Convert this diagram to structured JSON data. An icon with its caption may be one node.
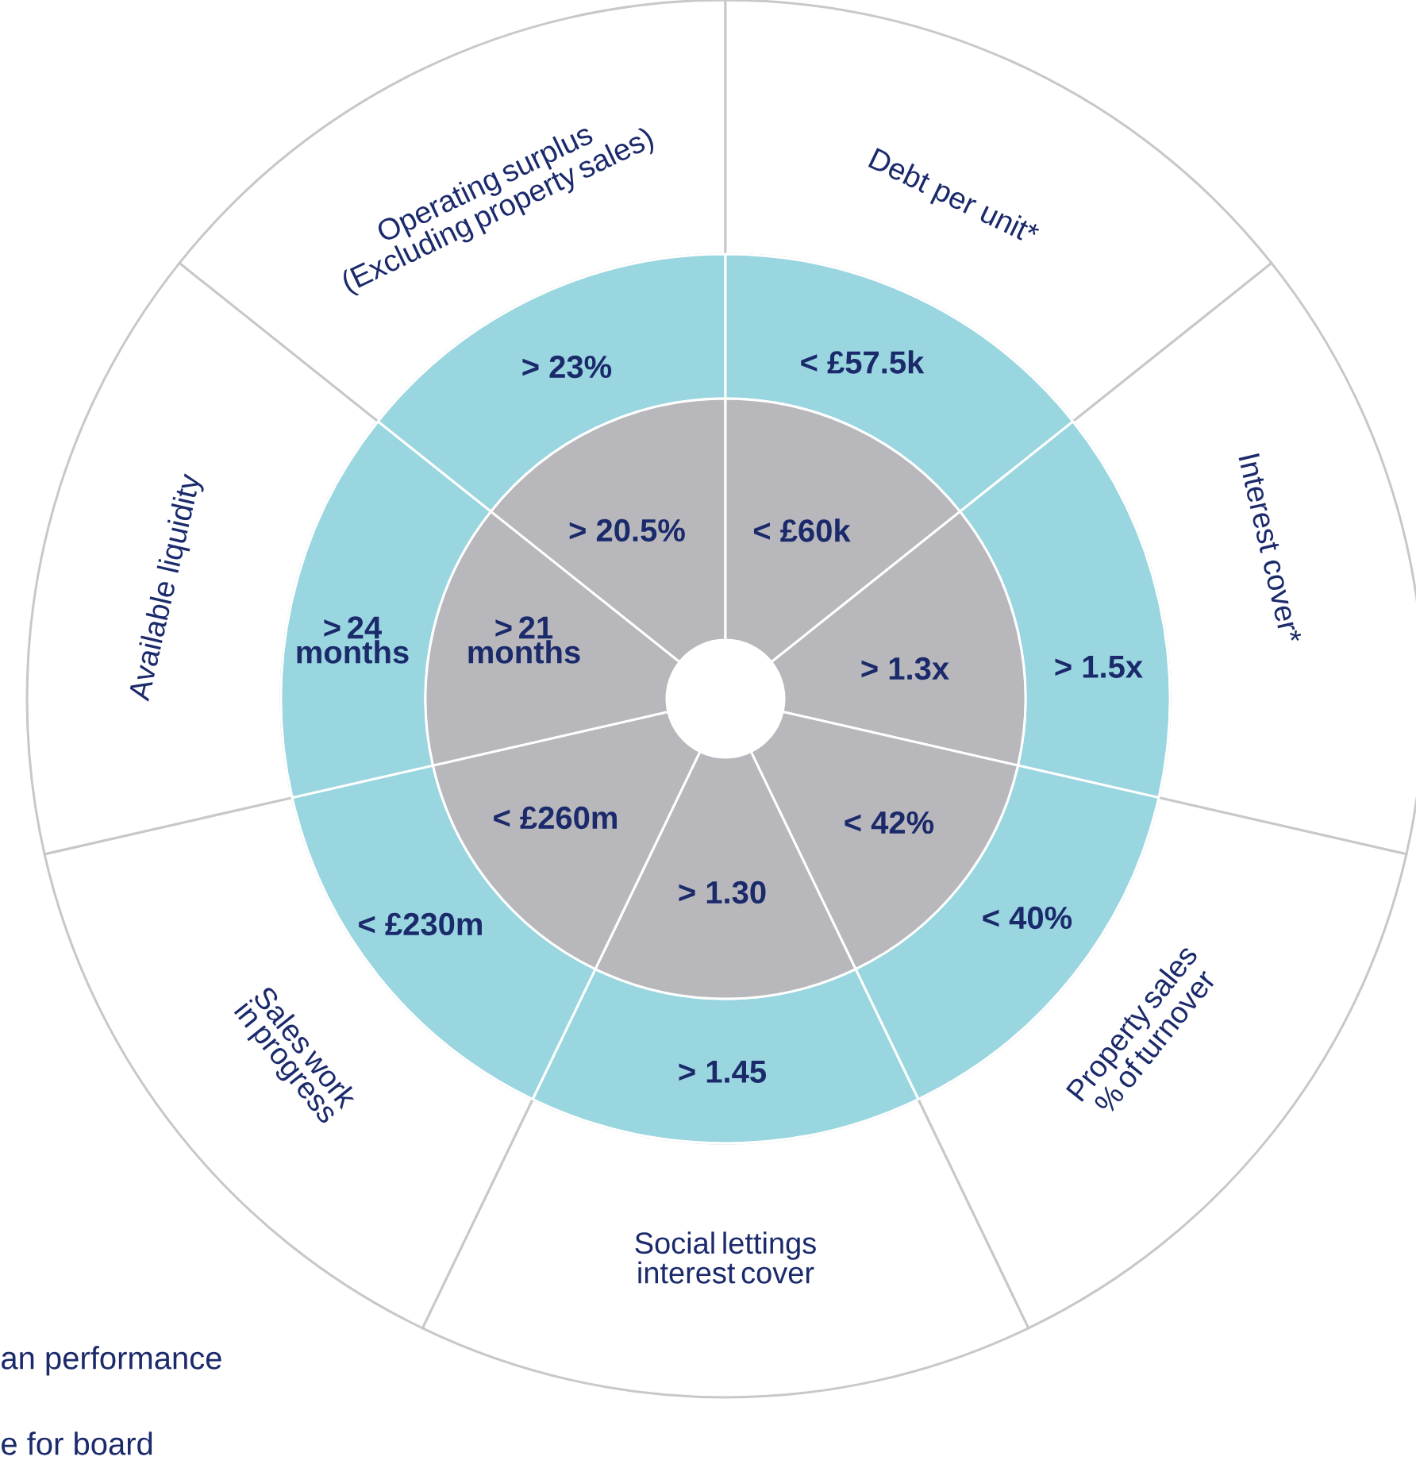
{
  "diagram": {
    "nodes": [
      {
        "text": [
          "Operating surplus (Excluding property sales)"
        ]
      },
      {
        "text": [
          "> 23%"
        ]
      },
      {
        "text": [
          "> 20.5%"
        ]
      },
      {
        "text": [
          "Debt per unit*"
        ]
      },
      {
        "text": [
          "< £57.5k"
        ]
      },
      {
        "text": [
          "< £60k"
        ]
      },
      {
        "text": [
          "Interest cover*"
        ]
      },
      {
        "text": [
          "> 1.5x"
        ]
      },
      {
        "text": [
          "> 1.3x"
        ]
      },
      {
        "text": [
          "Property sales % of turnover"
        ]
      },
      {
        "text": [
          "< 40%"
        ]
      },
      {
        "text": [
          "< 42%"
        ]
      },
      {
        "text": [
          "Social lettings interest cover"
        ]
      },
      {
        "text": [
          "> 1.45"
        ]
      },
      {
        "text": [
          "> 1.30"
        ]
      },
      {
        "text": [
          "Sales work in progress"
        ]
      },
      {
        "text": [
          "< £230m"
        ]
      },
      {
        "text": [
          "< £260m"
        ]
      },
      {
        "text": [
          "Available liquidity"
        ]
      },
      {
        "text": [
          "> 24 months"
        ]
      },
      {
        "text": [
          "> 21 months"
        ]
      }
    ],
    "labels": [
      "an performance",
      "e for board"
    ]
  }
}
